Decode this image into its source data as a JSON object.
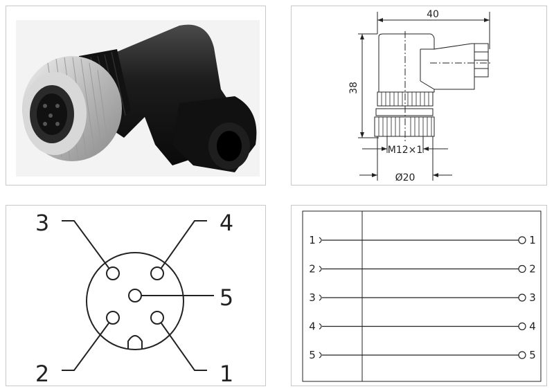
{
  "drawing": {
    "width_label": "40",
    "height_label": "38",
    "thread_label": "M12×1",
    "diameter_label": "Ø20"
  },
  "pin_layout": {
    "pins": [
      "3",
      "4",
      "5",
      "2",
      "1"
    ]
  },
  "wiring": {
    "rows": [
      {
        "left": "1",
        "right": "1"
      },
      {
        "left": "2",
        "right": "2"
      },
      {
        "left": "3",
        "right": "3"
      },
      {
        "left": "4",
        "right": "4"
      },
      {
        "left": "5",
        "right": "5"
      }
    ]
  },
  "colors": {
    "line": "#222222",
    "connector_body": "#1a1a1a",
    "metal": "#c9c9c9"
  }
}
